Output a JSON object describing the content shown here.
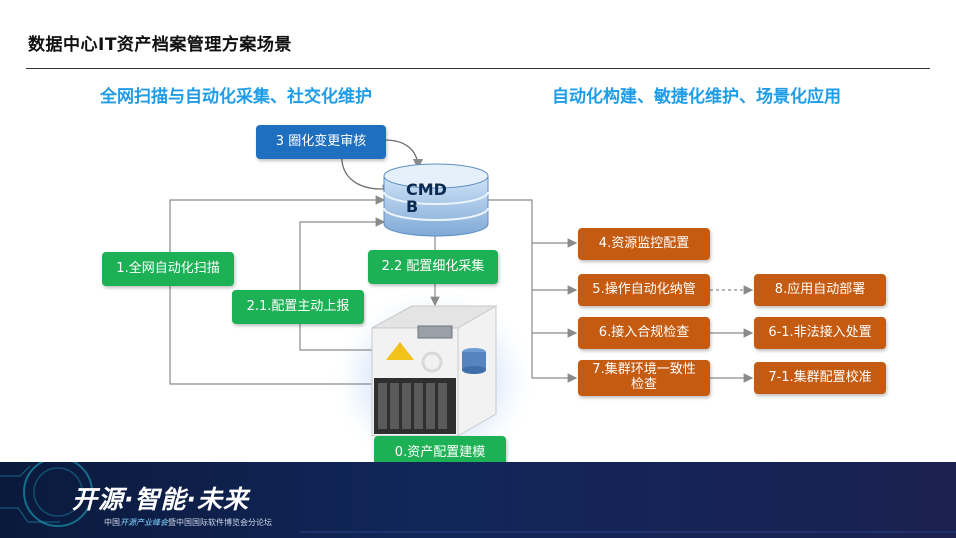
{
  "header": {
    "title": "数据中心IT资产档案管理方案场景"
  },
  "subtitles": {
    "left": "全网扫描与自动化采集、社交化维护",
    "right": "自动化构建、敏捷化维护、场景化应用"
  },
  "database": {
    "label_line1": "CMD",
    "label_line2": "B"
  },
  "boxes": {
    "review": "3 圈化变更审核",
    "scan": "1.全网自动化扫描",
    "report": "2.1.配置主动上报",
    "collect": "2.2 配置细化采集",
    "model": "0.资产配置建模",
    "monitor": "4.资源监控配置",
    "ops": "5.操作自动化纳管",
    "deploy": "8.应用自动部署",
    "access": "6.接入合规检查",
    "illegal": "6-1.非法接入处置",
    "cluster_line1": "7.集群环境一致性",
    "cluster_line2": "检查",
    "calibrate": "7-1.集群配置校准"
  },
  "footer": {
    "slogan": "开源·智能·未来",
    "sub_prefix": "中国",
    "sub_highlight": "开源产业峰会",
    "sub_suffix": "暨中国国际软件博览会分论坛"
  },
  "colors": {
    "green": "#1db155",
    "orange": "#c55a11",
    "blue": "#1f6fc0",
    "subtitle": "#1e9ce8"
  }
}
